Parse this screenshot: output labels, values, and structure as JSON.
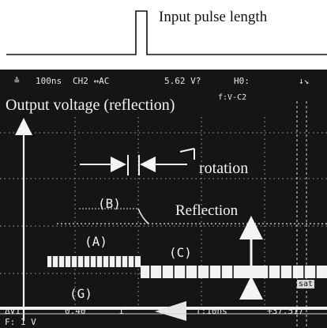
{
  "header": {
    "pulse_label": "Input pulse length"
  },
  "status_bar": {
    "marker": "≙",
    "timebase": "100ns",
    "channel_coupling": "CH2 ↔AC",
    "voltage": "5.62 V?",
    "h0": "H0:",
    "right_fragment": "↓↘"
  },
  "scope_labels": {
    "output_voltage": "Output voltage (reflection)",
    "cursor_label": "f:V-C2",
    "rotation": "rotation",
    "reflection": "Reflection",
    "label_b": "(B)",
    "label_a": "(A)",
    "label_c": "(C)",
    "label_g": "(G)",
    "badge": "sat"
  },
  "footer": {
    "dv_label": "ΔV1",
    "dv_value": "0.40",
    "dv_unit": "1",
    "sub_row": "F:   1  V",
    "time_label": "f:10ns",
    "time_value": "+37.517"
  },
  "colors": {
    "screen_bg": "#151515",
    "trace": "#f2f2f2",
    "grid": "#a8a8a8"
  }
}
